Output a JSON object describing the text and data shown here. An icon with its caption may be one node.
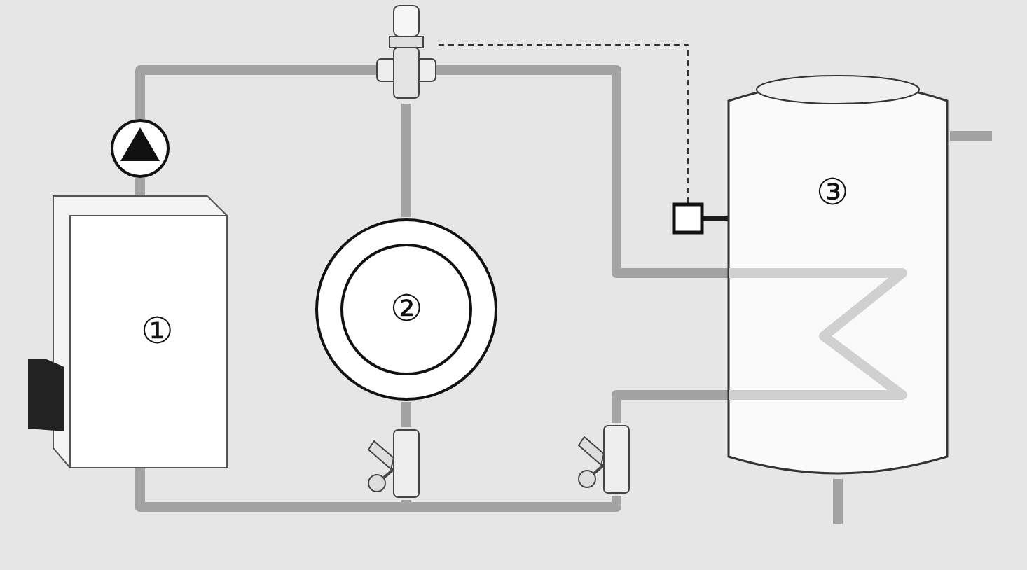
{
  "diagram": {
    "nodes": [
      {
        "text": [
          "①"
        ]
      },
      {
        "text": [
          "②"
        ]
      },
      {
        "text": [
          "③"
        ]
      },
      {
        "text": [],
        "shape": "circle"
      },
      {
        "text": [],
        "shape": "valve"
      },
      {
        "text": [],
        "shape": "box"
      },
      {
        "text": [],
        "shape": "valve"
      },
      {
        "text": [],
        "shape": "valve"
      }
    ],
    "edges": [
      {
        "from": 0,
        "to": 3,
        "arrow": "none"
      },
      {
        "from": 3,
        "to": 4,
        "arrow": "none"
      },
      {
        "from": 4,
        "to": 2,
        "arrow": "none"
      },
      {
        "from": 4,
        "to": 1,
        "arrow": "none"
      },
      {
        "from": 1,
        "to": 6,
        "arrow": "none"
      },
      {
        "from": 6,
        "to": 0,
        "arrow": "none"
      },
      {
        "from": 2,
        "to": 7,
        "arrow": "none"
      },
      {
        "from": 7,
        "to": 0,
        "arrow": "none"
      },
      {
        "from": 5,
        "to": 4,
        "arrow": "none",
        "style": "dashed",
        "color": "#333333"
      },
      {
        "from": 5,
        "to": 2,
        "arrow": "none",
        "color": "#1a1a1a"
      },
      {
        "from": 2,
        "to": null,
        "arrow": "none"
      },
      {
        "from": 2,
        "to": null,
        "arrow": "none"
      }
    ]
  }
}
